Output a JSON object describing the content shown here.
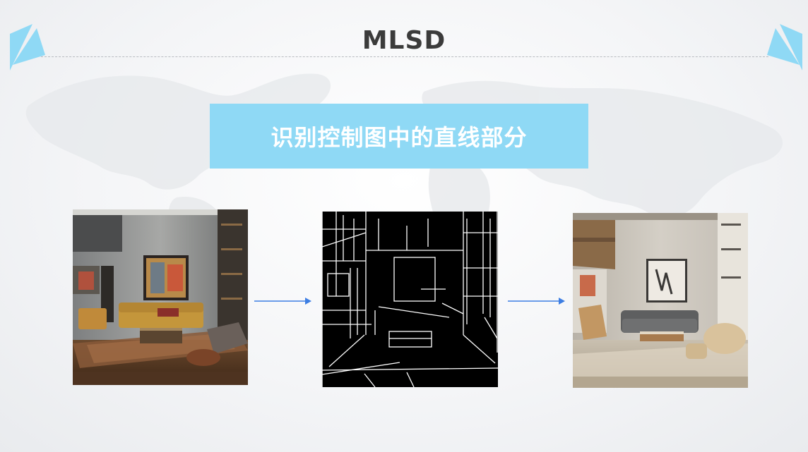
{
  "header": {
    "title": "MLSD"
  },
  "banner": {
    "text": "识别控制图中的直线部分",
    "background": "#8fd9f5"
  },
  "theme": {
    "accent": "#8fd9f5",
    "arrow": "#3d7ee3",
    "title_color": "#3b3b3b"
  },
  "pipeline": {
    "steps": [
      {
        "name": "input-image"
      },
      {
        "name": "mlsd-line-map"
      },
      {
        "name": "generated-image"
      }
    ]
  }
}
